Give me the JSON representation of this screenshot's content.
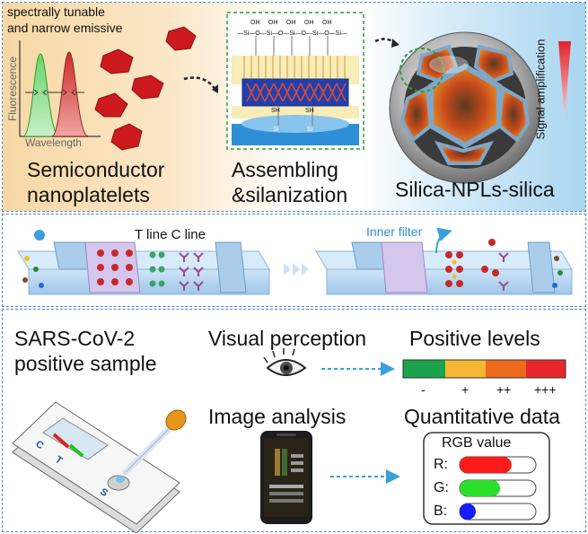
{
  "top": {
    "emissive_line1": "spectrally tunable",
    "emissive_line2": "and narrow emissive",
    "y_axis": "Fluorescence",
    "x_axis": "Wavelength",
    "semiconductor_line1": "Semiconductor",
    "semiconductor_line2": "nanoplatelets",
    "assembling_line1": "Assembling",
    "assembling_line2": "&silanization",
    "silica_label": "Silica-NPLs-silica",
    "signal_label": "Signal amplification",
    "chem_oh": [
      "OH",
      "OH",
      "OH",
      "OH",
      "OH"
    ],
    "chem_chain": "—Si—O—Si—O—Si—O—Si—O—Si—",
    "chem_sh": [
      "SH",
      "SH"
    ],
    "chem_si": [
      "Si",
      "Si"
    ]
  },
  "middle": {
    "line_labels": "T line C line",
    "inner_filter": "Inner filter"
  },
  "bottom": {
    "sample_line1": "SARS-CoV-2",
    "sample_line2": "positive sample",
    "visual": "Visual perception",
    "positive_levels": "Positive levels",
    "image_analysis": "Image analysis",
    "quantitative": "Quantitative data",
    "levels": [
      {
        "label": "-",
        "color": "#1aa34a"
      },
      {
        "label": "+",
        "color": "#f5b731"
      },
      {
        "label": "++",
        "color": "#ee6a1c"
      },
      {
        "label": "+++",
        "color": "#e8262a"
      }
    ],
    "rgb_title": "RGB value",
    "rgb": [
      {
        "label": "R:",
        "color": "#ff1a1a",
        "fill": 0.68
      },
      {
        "label": "G:",
        "color": "#2be02b",
        "fill": 0.53
      },
      {
        "label": "B:",
        "color": "#1a1aff",
        "fill": 0.16
      }
    ],
    "cassette_letters": [
      "C",
      "T",
      "S"
    ]
  }
}
